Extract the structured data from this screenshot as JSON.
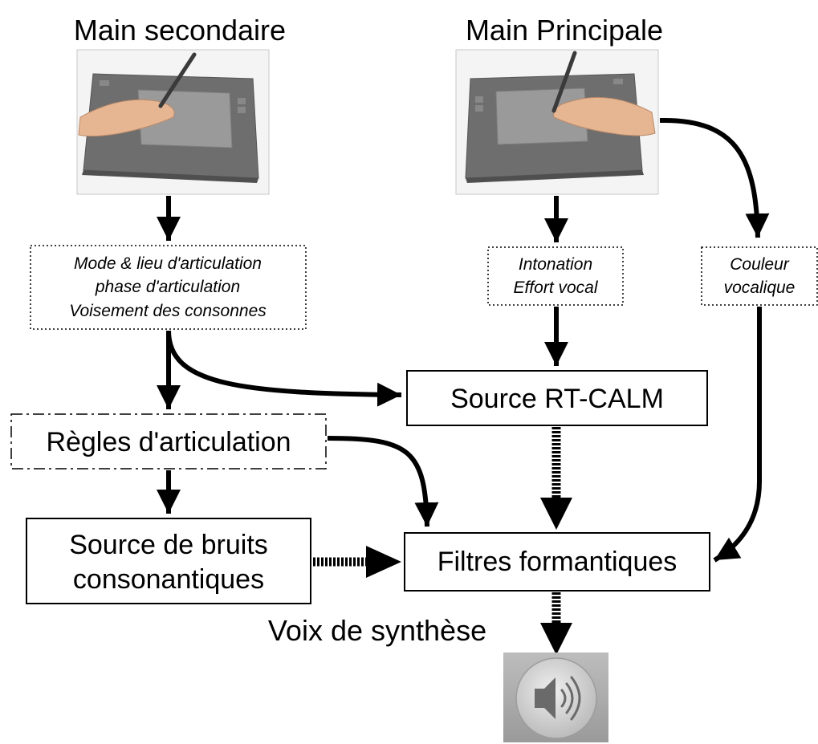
{
  "hands": {
    "secondary_title": "Main secondaire",
    "primary_title": "Main Principale"
  },
  "params": {
    "secondary": [
      "Mode & lieu d'articulation",
      "phase d'articulation",
      "Voisement des consonnes"
    ],
    "intonation": [
      "Intonation",
      "Effort vocal"
    ],
    "couleur": [
      "Couleur",
      "vocalique"
    ]
  },
  "blocks": {
    "regles": "Règles d'articulation",
    "source_rt_calm": "Source RT-CALM",
    "source_bruits": [
      "Source de bruits",
      "consonantiques"
    ],
    "filtres": "Filtres formantiques"
  },
  "output": {
    "label": "Voix de synthèse",
    "speaker_icon": "speaker-icon"
  },
  "colors": {
    "line": "#000000",
    "tablet": "#6e6e6e",
    "tablet_pad": "#9a9a9a",
    "skin": "#e6b592",
    "speaker_bg": "#a9a9a9",
    "speaker_disc": "#d6d6d6"
  }
}
